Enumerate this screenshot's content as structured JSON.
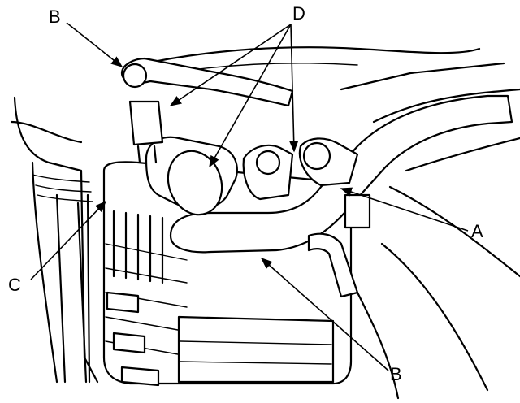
{
  "callouts": {
    "b_top": "B",
    "d_top": "D",
    "a_right": "A",
    "c_left": "C",
    "b_bottom": "B"
  }
}
